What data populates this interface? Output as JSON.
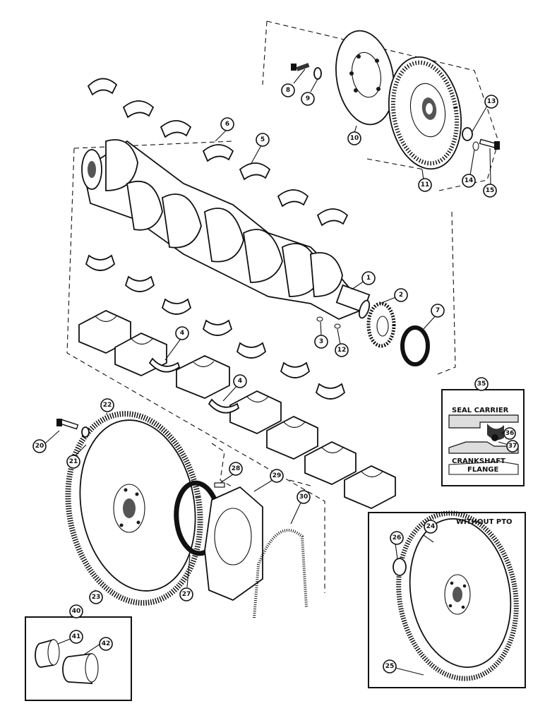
{
  "callouts": {
    "c1": "1",
    "c2": "2",
    "c3": "3",
    "c4a": "4",
    "c4b": "4",
    "c5": "5",
    "c6": "6",
    "c7": "7",
    "c8": "8",
    "c9": "9",
    "c10": "10",
    "c11": "11",
    "c12": "12",
    "c13": "13",
    "c14": "14",
    "c15": "15",
    "c20": "20",
    "c21": "21",
    "c22": "22",
    "c23": "23",
    "c24": "24",
    "c25": "25",
    "c26": "26",
    "c27": "27",
    "c28": "28",
    "c29": "29",
    "c30": "30",
    "c35": "35",
    "c36": "36",
    "c37": "37",
    "c40": "40",
    "c41": "41",
    "c42": "42"
  },
  "inset_seal": {
    "seal_carrier_label": "SEAL CARRIER",
    "crankshaft_line1": "CRANKSHAFT",
    "crankshaft_line2": "FLANGE"
  },
  "inset_flywheel": {
    "title": "WITHOUT PTO"
  }
}
